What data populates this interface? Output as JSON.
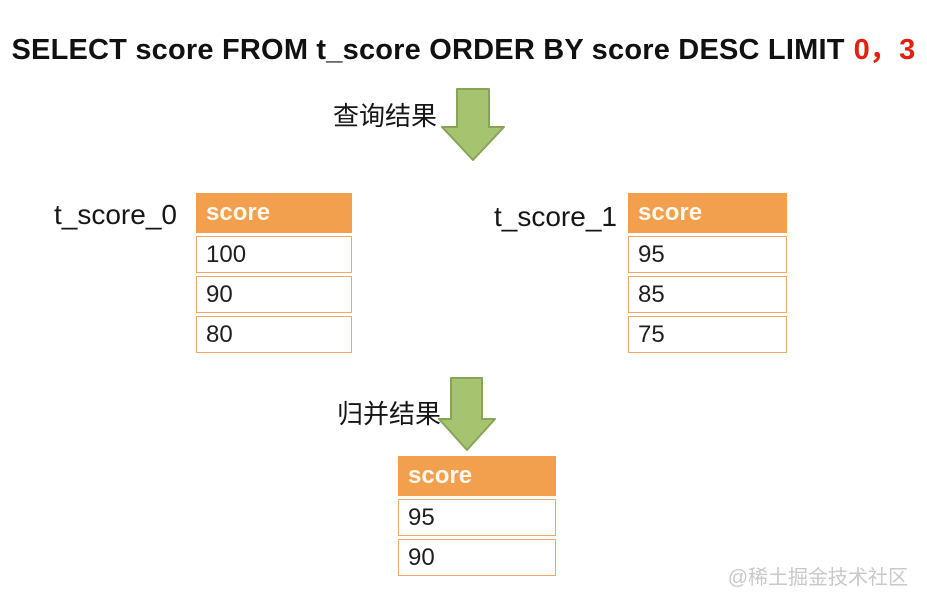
{
  "title": {
    "sql_black": "SELECT score FROM t_score ORDER BY score DESC LIMIT",
    "sql_red": "0，3"
  },
  "flow": {
    "query_label": "查询结果",
    "merge_label": "归并结果"
  },
  "tables": {
    "t_score_0": {
      "label": "t_score_0",
      "header": "score",
      "rows": [
        "100",
        "90",
        "80"
      ]
    },
    "t_score_1": {
      "label": "t_score_1",
      "header": "score",
      "rows": [
        "95",
        "85",
        "75"
      ]
    },
    "merged": {
      "header": "score",
      "rows": [
        "95",
        "90"
      ]
    }
  },
  "icons": {
    "arrow_down_1": "down-arrow-icon",
    "arrow_down_2": "down-arrow-icon"
  },
  "colors": {
    "header-orange": "#F2A04E",
    "table-border": "#F0A96B",
    "arrow-green": "#A6C36F",
    "arrow-green-border": "#87A356",
    "sql-red": "#E3200F",
    "text-dark": "#1F1F1F",
    "header-text": "#FDF8F0",
    "watermark-gray": "#C9C9C9"
  },
  "watermark": "@稀土掘金技术社区"
}
